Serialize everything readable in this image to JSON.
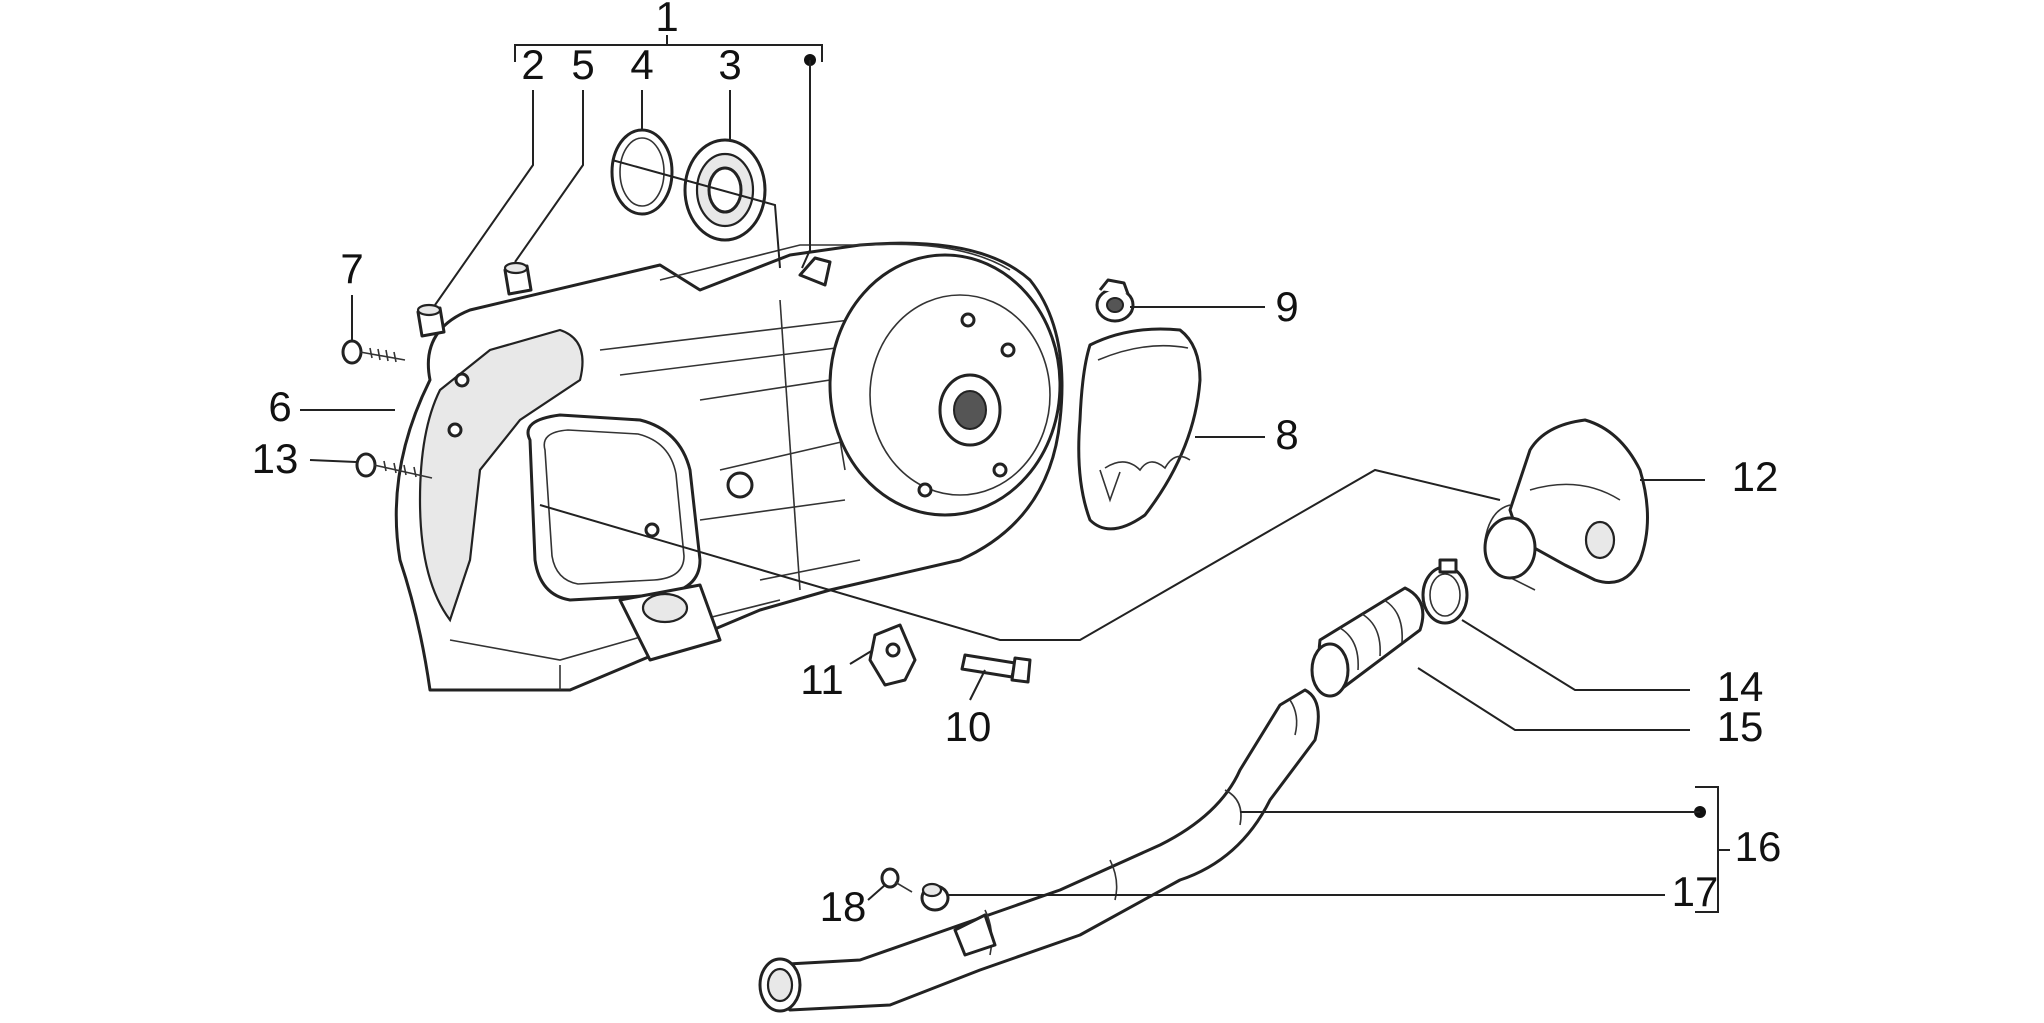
{
  "callouts": {
    "c1": "1",
    "c2": "2",
    "c3": "3",
    "c4": "4",
    "c5": "5",
    "c6": "6",
    "c7": "7",
    "c8": "8",
    "c9": "9",
    "c10": "10",
    "c11": "11",
    "c12": "12",
    "c13": "13",
    "c14": "14",
    "c15": "15",
    "c16": "16",
    "c17": "17",
    "c18": "18"
  },
  "colors": {
    "line": "#222222",
    "fill": "#ffffff",
    "shade": "#e8e8e8"
  }
}
